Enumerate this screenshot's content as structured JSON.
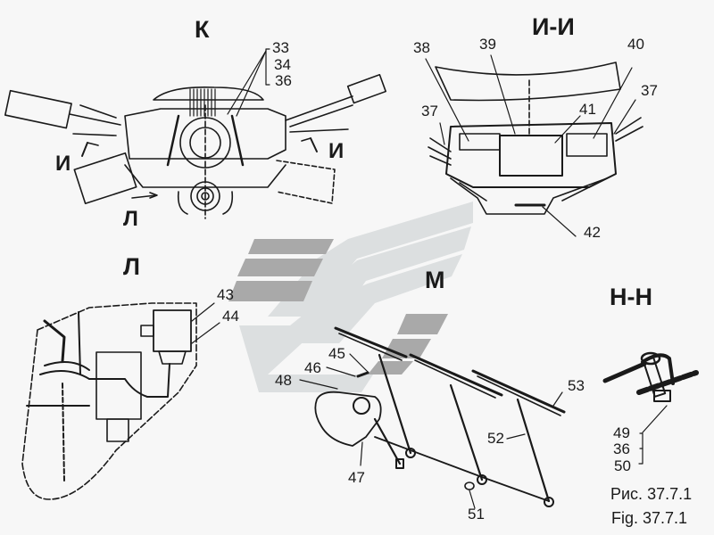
{
  "figure": {
    "caption_ru": "Рис. 37.7.1",
    "caption_en": "Fig. 37.7.1"
  },
  "watermark": {
    "icon": "chevron-stripes-logo-icon",
    "colors": {
      "light": "#dcdfe0",
      "dark": "#a9a9a9"
    }
  },
  "views": {
    "k": {
      "title": "К",
      "section_marks": [
        "И",
        "И",
        "Л"
      ],
      "callouts": [
        "33",
        "34",
        "36"
      ]
    },
    "i_i": {
      "title": "И-И",
      "callouts": [
        "38",
        "39",
        "40",
        "41",
        "37",
        "37",
        "42"
      ]
    },
    "l": {
      "title": "Л",
      "callouts": [
        "43",
        "44"
      ]
    },
    "m": {
      "title": "М",
      "callouts": [
        "45",
        "46",
        "48",
        "47",
        "51",
        "52",
        "53"
      ]
    },
    "n_n": {
      "title": "Н-Н",
      "callouts": [
        "49",
        "36",
        "50"
      ]
    }
  },
  "colors": {
    "ink": "#1a1a1a",
    "paper": "#f7f7f7"
  }
}
